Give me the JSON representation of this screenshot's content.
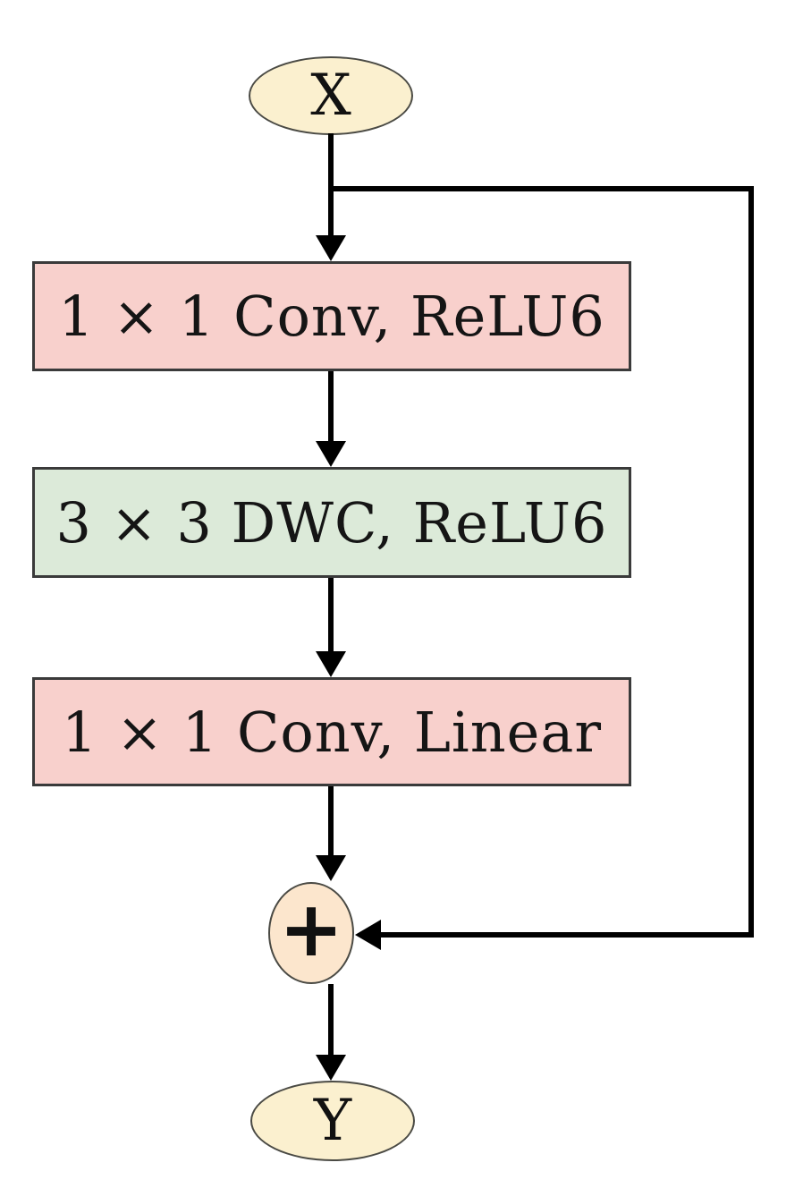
{
  "diagram": {
    "nodes": {
      "input": {
        "label": "X",
        "fill": "#fbf0cf"
      },
      "output": {
        "label": "Y",
        "fill": "#fbf0cf"
      },
      "sum": {
        "label": "+",
        "fill": "#fce6cd"
      }
    },
    "blocks": [
      {
        "label": "1 × 1 Conv, ReLU6",
        "fill": "#f8d0cc"
      },
      {
        "label": "3 × 3 DWC, ReLU6",
        "fill": "#dcead9"
      },
      {
        "label": "1 × 1 Conv, Linear",
        "fill": "#f8d0cc"
      }
    ],
    "colors": {
      "conv_block_fill": "#f8d0cc",
      "dwc_block_fill": "#dcead9",
      "terminal_fill": "#fbf0cf",
      "sum_fill": "#fce6cd",
      "block_border": "#3a3a3a",
      "edge_line": "#000000",
      "text": "#151515",
      "background": "#ffffff"
    }
  }
}
